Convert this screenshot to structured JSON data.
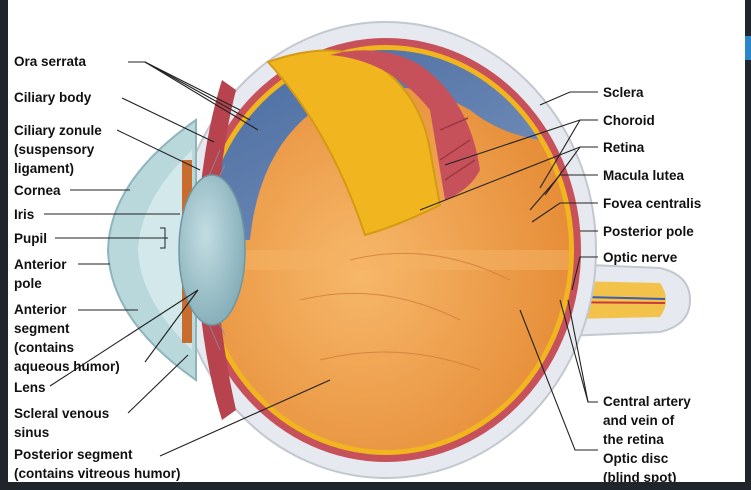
{
  "labels_left": {
    "ora_serrata": "Ora serrata",
    "ciliary_body": "Ciliary body",
    "ciliary_zonule": [
      "Ciliary zonule",
      "(suspensory",
      "ligament)"
    ],
    "cornea": "Cornea",
    "iris": "Iris",
    "pupil": "Pupil",
    "anterior_pole": [
      "Anterior",
      "pole"
    ],
    "anterior_segment": [
      "Anterior",
      "segment",
      "(contains",
      "aqueous humor)"
    ],
    "lens": "Lens",
    "scleral_venous_sinus": [
      "Scleral venous",
      "sinus"
    ],
    "posterior_segment": [
      "Posterior segment",
      "(contains vitreous humor)"
    ]
  },
  "labels_right": {
    "sclera": "Sclera",
    "choroid": "Choroid",
    "retina": "Retina",
    "macula_lutea": "Macula lutea",
    "fovea_centralis": "Fovea centralis",
    "posterior_pole": "Posterior pole",
    "optic_nerve": "Optic nerve",
    "central_artery": [
      "Central artery",
      "and vein of",
      "the retina"
    ],
    "optic_disc": [
      "Optic disc",
      "(blind spot)"
    ]
  },
  "colors": {
    "sclera": "#e6e9ef",
    "choroid": "#c7515a",
    "retina": "#f1b51f",
    "vitreous": "#f0a450",
    "upper_cavity": "#5f7fb0",
    "lens": "#8db9c3",
    "cornea": "#b8d8dc",
    "leader": "#222222"
  }
}
